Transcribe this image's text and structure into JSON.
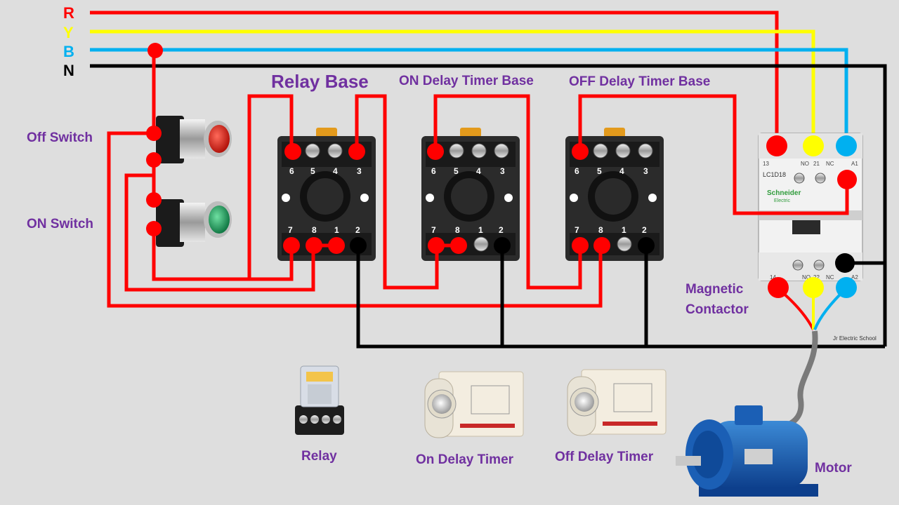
{
  "phases": {
    "r": "R",
    "y": "Y",
    "b": "B",
    "n": "N"
  },
  "colors": {
    "r": "#ff0000",
    "y": "#ffff00",
    "b": "#00b0f0",
    "n": "#000000",
    "label": "#7030a0"
  },
  "labels": {
    "relay_base": "Relay Base",
    "on_delay_base": "ON Delay Timer Base",
    "off_delay_base": "OFF Delay Timer Base",
    "off_switch": "Off Switch",
    "on_switch": "ON Switch",
    "contactor_line1": "Magnetic",
    "contactor_line2": "Contactor",
    "relay": "Relay",
    "on_delay_timer": "On Delay Timer",
    "off_delay_timer": "Off Delay Timer",
    "motor": "Motor",
    "watermark": "Jr Electric School"
  },
  "base_terminals": {
    "top": [
      "6",
      "5",
      "4",
      "3"
    ],
    "bottom": [
      "7",
      "8",
      "1",
      "2"
    ]
  },
  "contactor": {
    "brand": "Schneider",
    "brand_sub": "Electric",
    "model": "LC1D18",
    "aux_top": [
      "13",
      "NO",
      "21",
      "NC",
      "A1"
    ],
    "aux_bottom": [
      "14",
      "NO",
      "22",
      "NC",
      "A2"
    ]
  },
  "icons": [
    "red-pushbutton-icon",
    "green-pushbutton-icon",
    "relay-icon",
    "timer-icon",
    "motor-icon"
  ]
}
